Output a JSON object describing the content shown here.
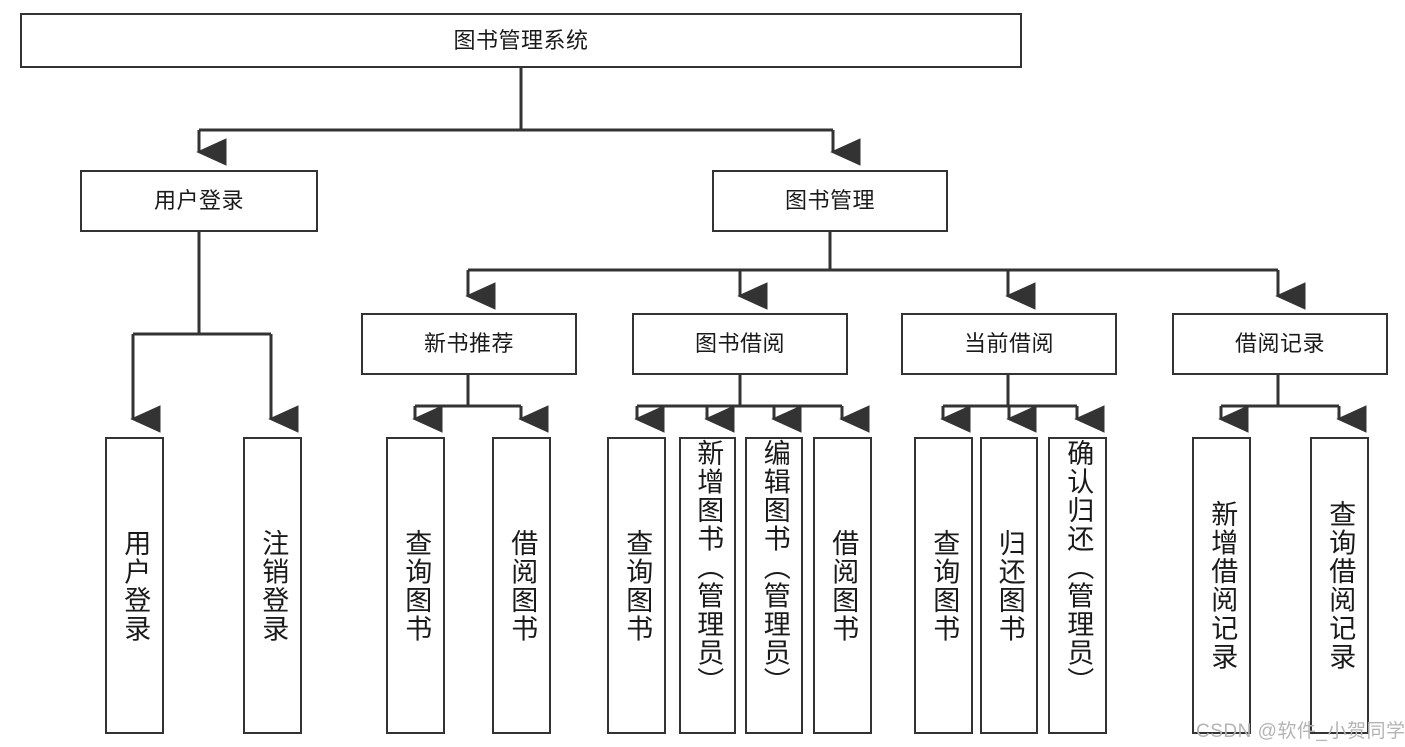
{
  "diagram": {
    "title_node": {
      "label": "图书管理系统"
    },
    "level2": [
      {
        "label": "用户登录"
      },
      {
        "label": "图书管理"
      }
    ],
    "level3": [
      {
        "label": "新书推荐"
      },
      {
        "label": "图书借阅"
      },
      {
        "label": "当前借阅"
      },
      {
        "label": "借阅记录"
      }
    ],
    "leaves": {
      "user_login": [
        {
          "label": "用户登录"
        },
        {
          "label": "注销登录"
        }
      ],
      "new_book_recommend": [
        {
          "label": "查询图书"
        },
        {
          "label": "借阅图书"
        }
      ],
      "book_borrow": [
        {
          "label": "查询图书"
        },
        {
          "label": "新增图书（管理员）"
        },
        {
          "label": "编辑图书（管理员）"
        },
        {
          "label": "借阅图书"
        }
      ],
      "current_borrow": [
        {
          "label": "查询图书"
        },
        {
          "label": "归还图书"
        },
        {
          "label": "确认归还（管理员）"
        }
      ],
      "borrow_record": [
        {
          "label": "新增借阅记录"
        },
        {
          "label": "查询借阅记录"
        }
      ]
    }
  },
  "watermark": {
    "text": "CSDN @软件_小贺同学"
  },
  "colors": {
    "stroke": "#333333",
    "text": "#1a1a1a",
    "background": "#ffffff",
    "watermark": "#b4b4b4"
  }
}
